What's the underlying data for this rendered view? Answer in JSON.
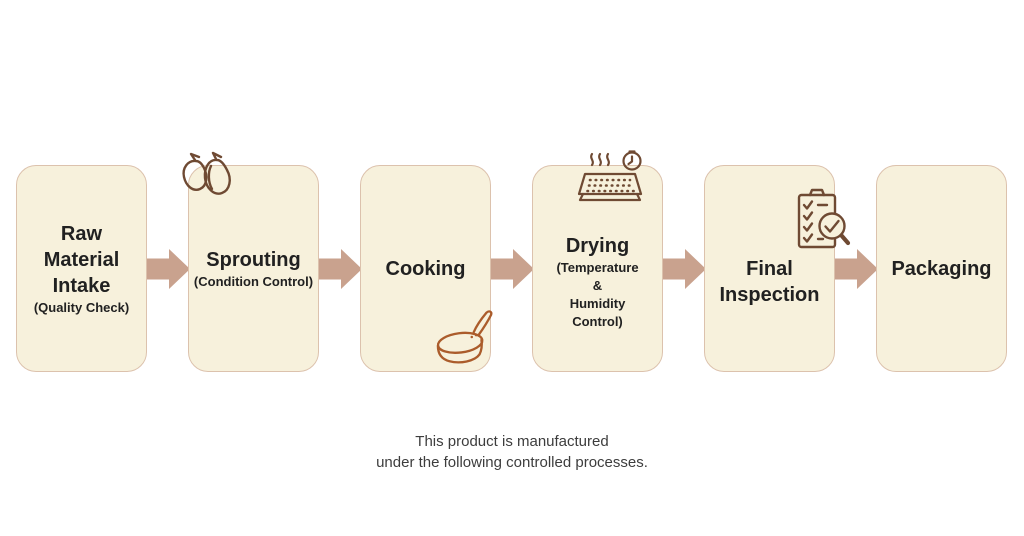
{
  "colors": {
    "background": "#ffffff",
    "box_fill": "#f7f1dc",
    "box_border": "#dcc2ad",
    "arrow": "#c9a28e",
    "title_text": "#212121",
    "icon_brown": "#6f4a33",
    "icon_orange": "#ab5c2b",
    "caption_text": "#3d3d3d"
  },
  "icons": {
    "sprouting": "seeds-icon",
    "cooking": "saucepan-icon",
    "drying": "drying-tray-icon",
    "final_inspection": "inspection-clipboard-icon",
    "connector": "arrow-right-icon"
  },
  "steps": [
    {
      "title_lines": [
        "Raw",
        "Material",
        "Intake"
      ],
      "subtitle_lines": [
        "(Quality Check)"
      ]
    },
    {
      "title_lines": [
        "Sprouting"
      ],
      "subtitle_lines": [
        "(Condition Control)"
      ]
    },
    {
      "title_lines": [
        "Cooking"
      ],
      "subtitle_lines": []
    },
    {
      "title_lines": [
        "Drying"
      ],
      "subtitle_lines": [
        "(Temperature",
        "&",
        "Humidity",
        "Control)"
      ]
    },
    {
      "title_lines": [
        "Final",
        "Inspection"
      ],
      "subtitle_lines": []
    },
    {
      "title_lines": [
        "Packaging"
      ],
      "subtitle_lines": []
    }
  ],
  "caption": {
    "line1": "This product is manufactured",
    "line2": "under the following controlled processes."
  }
}
